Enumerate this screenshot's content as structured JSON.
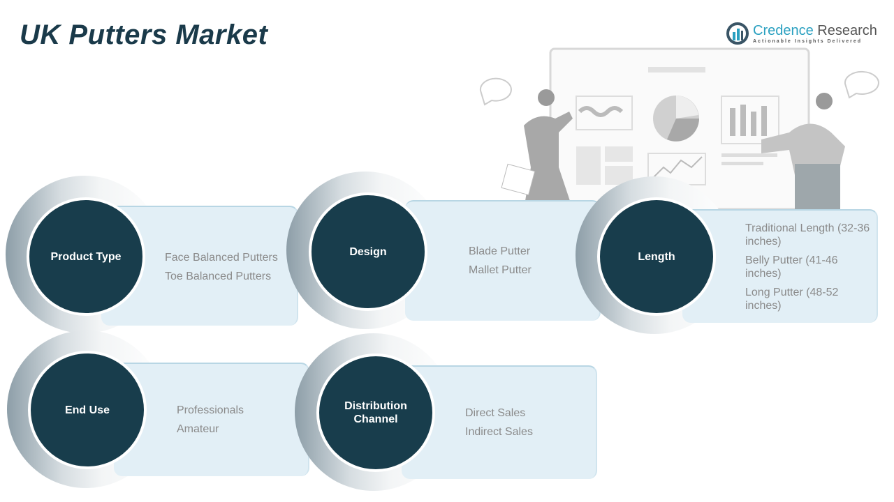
{
  "title": "UK Putters Market",
  "logo": {
    "brand_colored": "Credence",
    "brand_plain": " Research",
    "tagline": "Actionable Insights Delivered"
  },
  "segments": [
    {
      "label": "Product Type",
      "items": [
        "Face Balanced Putters",
        "Toe Balanced Putters"
      ]
    },
    {
      "label": "Design",
      "items": [
        "Blade Putter",
        "Mallet Putter"
      ]
    },
    {
      "label": "Length",
      "items": [
        "Traditional Length (32-36 inches)",
        "Belly Putter (41-46 inches)",
        "Long Putter (48-52 inches)"
      ]
    },
    {
      "label": "End Use",
      "items": [
        "Professionals",
        "Amateur"
      ]
    },
    {
      "label": "Distribution Channel",
      "items": [
        "Direct Sales",
        "Indirect Sales"
      ]
    }
  ]
}
